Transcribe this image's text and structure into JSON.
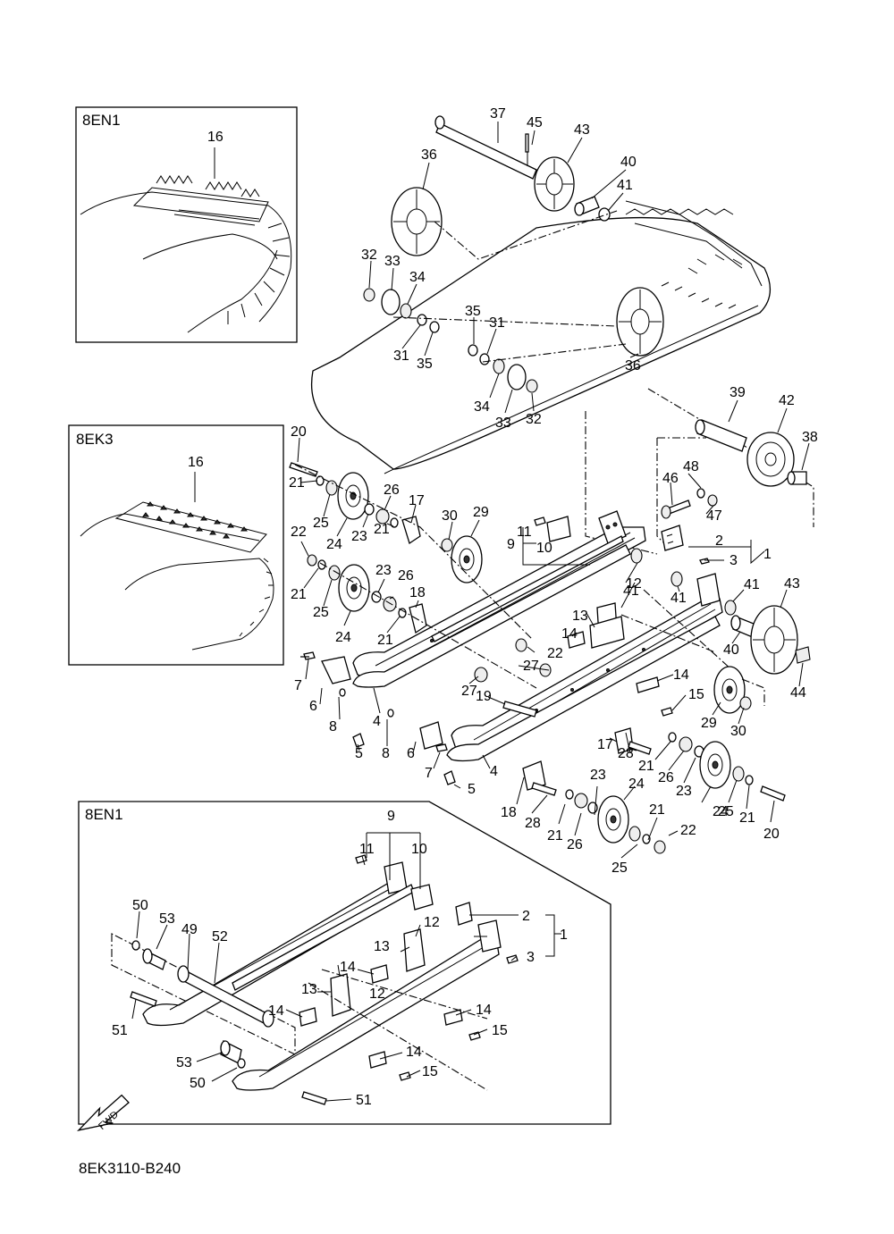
{
  "diagram_code": "8EK3110-B240",
  "fwd_label": "FWD",
  "insets": {
    "top": {
      "title": "8EN1",
      "part": "16"
    },
    "middle": {
      "title": "8EK3",
      "part": "16"
    },
    "bottom": {
      "title": "8EN1"
    }
  },
  "callouts": {
    "37": "37",
    "45": "45",
    "43": "43",
    "36": "36",
    "40": "40",
    "41": "41",
    "32": "32",
    "33": "33",
    "34": "34",
    "35": "35",
    "31": "31",
    "39": "39",
    "42": "42",
    "38": "38",
    "48": "48",
    "46": "46",
    "47": "47",
    "20": "20",
    "21": "21",
    "25": "25",
    "24": "24",
    "26": "26",
    "23": "23",
    "17": "17",
    "22": "22",
    "18": "18",
    "30": "30",
    "29": "29",
    "11": "11",
    "9": "9",
    "10": "10",
    "2": "2",
    "3": "3",
    "1": "1",
    "12": "12",
    "13": "13",
    "14": "14",
    "27": "27",
    "19": "19",
    "15": "15",
    "44": "44",
    "7": "7",
    "6": "6",
    "8": "8",
    "4": "4",
    "5": "5",
    "28": "28",
    "50": "50",
    "53": "53",
    "49": "49",
    "52": "52",
    "51": "51"
  }
}
